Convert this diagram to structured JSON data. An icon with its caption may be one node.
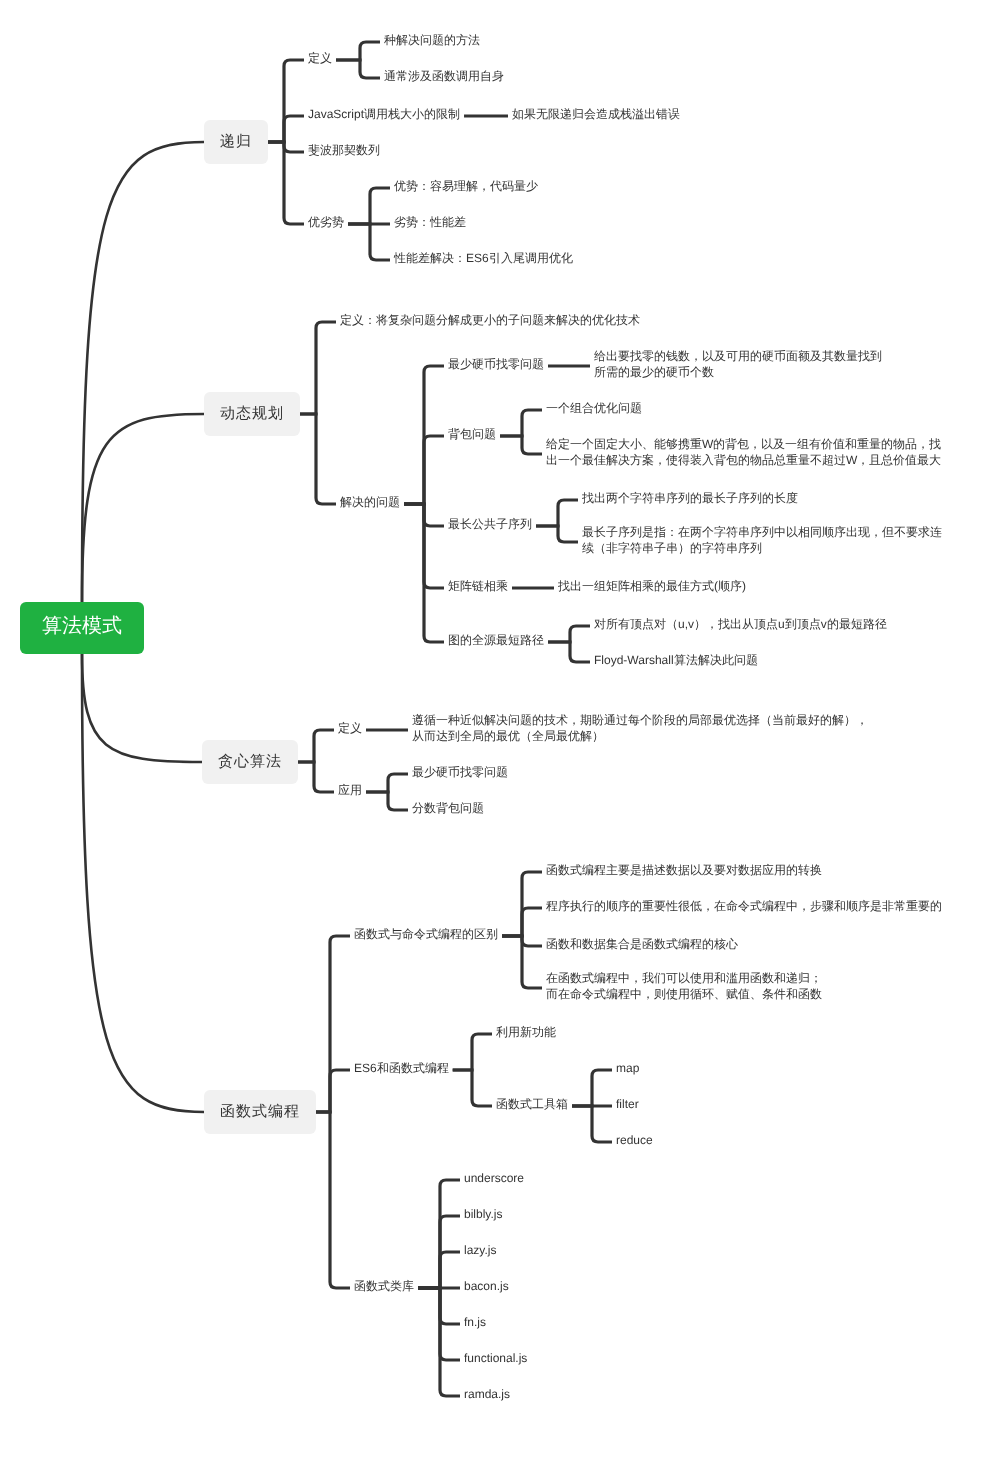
{
  "diagram": {
    "nodes": [
      {
        "text": [
          "算法模式"
        ]
      },
      {
        "text": [
          "递归"
        ]
      },
      {
        "text": [
          "定义"
        ]
      },
      {
        "text": [
          "种解决问题的方法"
        ]
      },
      {
        "text": [
          "通常涉及函数调用自身"
        ]
      },
      {
        "text": [
          "JavaScript调用栈大小的限制"
        ]
      },
      {
        "text": [
          "如果无限递归会造成栈溢出错误"
        ]
      },
      {
        "text": [
          "斐波那契数列"
        ]
      },
      {
        "text": [
          "优劣势"
        ]
      },
      {
        "text": [
          "优势：容易理解，代码量少"
        ]
      },
      {
        "text": [
          "劣势：性能差"
        ]
      },
      {
        "text": [
          "性能差解决：ES6引入尾调用优化"
        ]
      },
      {
        "text": [
          "动态规划"
        ]
      },
      {
        "text": [
          "定义：将复杂问题分解成更小的子问题来解决的优化技术"
        ]
      },
      {
        "text": [
          "解决的问题"
        ]
      },
      {
        "text": [
          "最少硬币找零问题"
        ]
      },
      {
        "text": [
          "给出要找零的钱数，以及可用的硬币面额及其数量找到所需的最少的硬币个数"
        ]
      },
      {
        "text": [
          "背包问题"
        ]
      },
      {
        "text": [
          "一个组合优化问题"
        ]
      },
      {
        "text": [
          "给定一个固定大小、能够携重W的背包，以及一组有价值和重量的物品，找出一个最佳解决方案，使得装入背包的物品总重量不超过W，且总价值最大"
        ]
      },
      {
        "text": [
          "最长公共子序列"
        ]
      },
      {
        "text": [
          "找出两个字符串序列的最长子序列的长度"
        ]
      },
      {
        "text": [
          "最长子序列是指：在两个字符串序列中以相同顺序出现，但不要求连续（非字符串子串）的字符串序列"
        ]
      },
      {
        "text": [
          "矩阵链相乘"
        ]
      },
      {
        "text": [
          "找出一组矩阵相乘的最佳方式(顺序)"
        ]
      },
      {
        "text": [
          "图的全源最短路径"
        ]
      },
      {
        "text": [
          "对所有顶点对（u,v），找出从顶点u到顶点v的最短路径"
        ]
      },
      {
        "text": [
          "Floyd-Warshall算法解决此问题"
        ]
      },
      {
        "text": [
          "贪心算法"
        ]
      },
      {
        "text": [
          "定义"
        ]
      },
      {
        "text": [
          "遵循一种近似解决问题的技术，期盼通过每个阶段的局部最优选择（当前最好的解），从而达到全局的最优（全局最优解）"
        ]
      },
      {
        "text": [
          "应用"
        ]
      },
      {
        "text": [
          "最少硬币找零问题"
        ]
      },
      {
        "text": [
          "分数背包问题"
        ]
      },
      {
        "text": [
          "函数式编程"
        ]
      },
      {
        "text": [
          "函数式与命令式编程的区别"
        ]
      },
      {
        "text": [
          "函数式编程主要是描述数据以及要对数据应用的转换"
        ]
      },
      {
        "text": [
          "程序执行的顺序的重要性很低，在命令式编程中，步骤和顺序是非常重要的"
        ]
      },
      {
        "text": [
          "函数和数据集合是函数式编程的核心"
        ]
      },
      {
        "text": [
          "在函数式编程中，我们可以使用和滥用函数和递归；而在命令式编程中，则使用循环、赋值、条件和函数"
        ]
      },
      {
        "text": [
          "ES6和函数式编程"
        ]
      },
      {
        "text": [
          "利用新功能"
        ]
      },
      {
        "text": [
          "函数式工具箱"
        ]
      },
      {
        "text": [
          "map"
        ]
      },
      {
        "text": [
          "filter"
        ]
      },
      {
        "text": [
          "reduce"
        ]
      },
      {
        "text": [
          "函数式类库"
        ]
      },
      {
        "text": [
          "underscore"
        ]
      },
      {
        "text": [
          "bilbly.js"
        ]
      },
      {
        "text": [
          "lazy.js"
        ]
      },
      {
        "text": [
          "bacon.js"
        ]
      },
      {
        "text": [
          "fn.js"
        ]
      },
      {
        "text": [
          "functional.js"
        ]
      },
      {
        "text": [
          "ramda.js"
        ]
      }
    ],
    "edges": [
      {
        "from": 0,
        "to": 1,
        "arrow": "none"
      },
      {
        "from": 1,
        "to": 2,
        "arrow": "none"
      },
      {
        "from": 2,
        "to": 3,
        "arrow": "none"
      },
      {
        "from": 2,
        "to": 4,
        "arrow": "none"
      },
      {
        "from": 1,
        "to": 5,
        "arrow": "none"
      },
      {
        "from": 5,
        "to": 6,
        "arrow": "none"
      },
      {
        "from": 1,
        "to": 7,
        "arrow": "none"
      },
      {
        "from": 1,
        "to": 8,
        "arrow": "none"
      },
      {
        "from": 8,
        "to": 9,
        "arrow": "none"
      },
      {
        "from": 8,
        "to": 10,
        "arrow": "none"
      },
      {
        "from": 8,
        "to": 11,
        "arrow": "none"
      },
      {
        "from": 0,
        "to": 12,
        "arrow": "none"
      },
      {
        "from": 12,
        "to": 13,
        "arrow": "none"
      },
      {
        "from": 12,
        "to": 14,
        "arrow": "none"
      },
      {
        "from": 14,
        "to": 15,
        "arrow": "none"
      },
      {
        "from": 15,
        "to": 16,
        "arrow": "none"
      },
      {
        "from": 14,
        "to": 17,
        "arrow": "none"
      },
      {
        "from": 17,
        "to": 18,
        "arrow": "none"
      },
      {
        "from": 17,
        "to": 19,
        "arrow": "none"
      },
      {
        "from": 14,
        "to": 20,
        "arrow": "none"
      },
      {
        "from": 20,
        "to": 21,
        "arrow": "none"
      },
      {
        "from": 20,
        "to": 22,
        "arrow": "none"
      },
      {
        "from": 14,
        "to": 23,
        "arrow": "none"
      },
      {
        "from": 23,
        "to": 24,
        "arrow": "none"
      },
      {
        "from": 14,
        "to": 25,
        "arrow": "none"
      },
      {
        "from": 25,
        "to": 26,
        "arrow": "none"
      },
      {
        "from": 25,
        "to": 27,
        "arrow": "none"
      },
      {
        "from": 0,
        "to": 28,
        "arrow": "none"
      },
      {
        "from": 28,
        "to": 29,
        "arrow": "none"
      },
      {
        "from": 29,
        "to": 30,
        "arrow": "none"
      },
      {
        "from": 28,
        "to": 31,
        "arrow": "none"
      },
      {
        "from": 31,
        "to": 32,
        "arrow": "none"
      },
      {
        "from": 31,
        "to": 33,
        "arrow": "none"
      },
      {
        "from": 0,
        "to": 34,
        "arrow": "none"
      },
      {
        "from": 34,
        "to": 35,
        "arrow": "none"
      },
      {
        "from": 35,
        "to": 36,
        "arrow": "none"
      },
      {
        "from": 35,
        "to": 37,
        "arrow": "none"
      },
      {
        "from": 35,
        "to": 38,
        "arrow": "none"
      },
      {
        "from": 35,
        "to": 39,
        "arrow": "none"
      },
      {
        "from": 34,
        "to": 40,
        "arrow": "none"
      },
      {
        "from": 40,
        "to": 41,
        "arrow": "none"
      },
      {
        "from": 40,
        "to": 42,
        "arrow": "none"
      },
      {
        "from": 42,
        "to": 43,
        "arrow": "none"
      },
      {
        "from": 42,
        "to": 44,
        "arrow": "none"
      },
      {
        "from": 42,
        "to": 45,
        "arrow": "none"
      },
      {
        "from": 34,
        "to": 46,
        "arrow": "none"
      },
      {
        "from": 46,
        "to": 47,
        "arrow": "none"
      },
      {
        "from": 46,
        "to": 48,
        "arrow": "none"
      },
      {
        "from": 46,
        "to": 49,
        "arrow": "none"
      },
      {
        "from": 46,
        "to": 50,
        "arrow": "none"
      },
      {
        "from": 46,
        "to": 51,
        "arrow": "none"
      },
      {
        "from": 46,
        "to": 52,
        "arrow": "none"
      },
      {
        "from": 46,
        "to": 53,
        "arrow": "none"
      }
    ]
  }
}
